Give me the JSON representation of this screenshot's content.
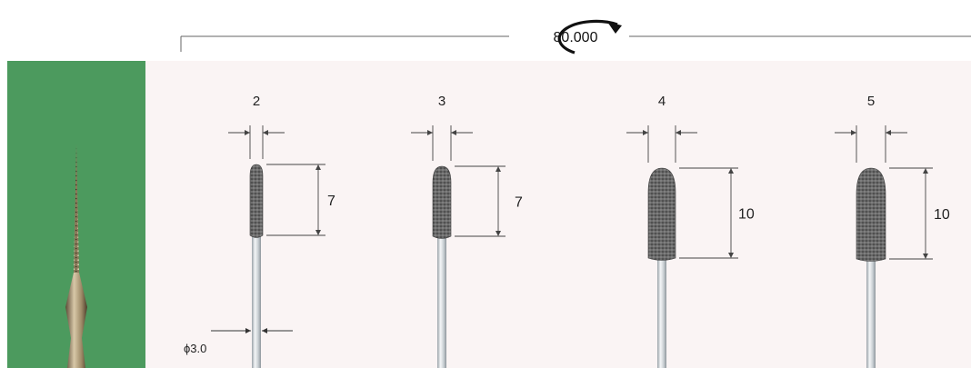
{
  "speed": {
    "value": "80.000",
    "icon": "rotation-arrow-icon"
  },
  "shank": {
    "label": "ϕ3.0"
  },
  "tools": [
    {
      "size": "2",
      "length": "7"
    },
    {
      "size": "3",
      "length": "7"
    },
    {
      "size": "4",
      "length": "10"
    },
    {
      "size": "5",
      "length": "10"
    }
  ],
  "colors": {
    "photo_background": "#4c9a5e",
    "diagram_background": "#faf4f4",
    "stone": "#707070",
    "shaft": "#d4d8dc"
  }
}
